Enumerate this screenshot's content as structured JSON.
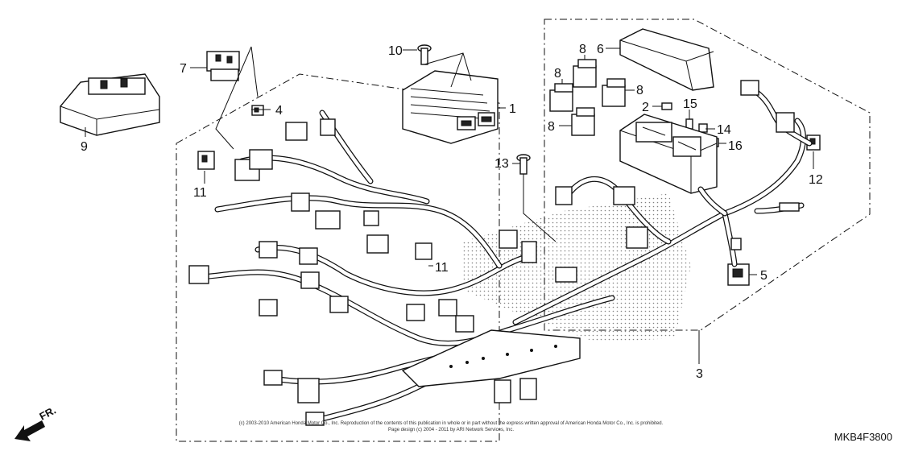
{
  "callouts": {
    "c1": "1",
    "c2": "2",
    "c3": "3",
    "c4": "4",
    "c5": "5",
    "c6": "6",
    "c7": "7",
    "c8a": "8",
    "c8b": "8",
    "c8c": "8",
    "c8d": "8",
    "c9": "9",
    "c10": "10",
    "c11a": "11",
    "c11b": "11",
    "c12": "12",
    "c13": "13",
    "c14": "14",
    "c15": "15",
    "c16": "16"
  },
  "diagram_code": "MKB4F3800",
  "front_label": "FR.",
  "copyright_line1": "(c) 2003-2010 American Honda Motor Co., Inc. Reproduction of the contents of this publication in whole or in part without the express written approval of American Honda Motor Co., Inc. is prohibited.",
  "copyright_line2": "Page design (c) 2004 - 2011 by ARI Network Services, Inc."
}
